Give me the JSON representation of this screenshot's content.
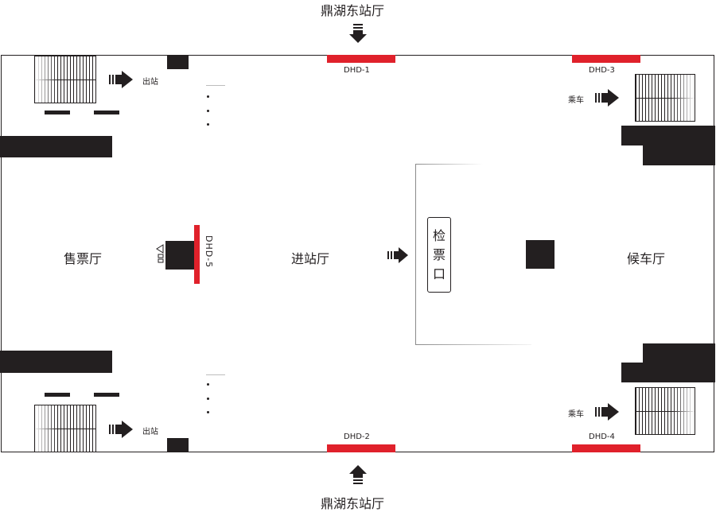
{
  "top_hall_label": "鼎湖东站厅",
  "bottom_hall_label": "鼎湖东站厅",
  "areas": {
    "ticket_hall": "售票厅",
    "entry_hall": "进站厅",
    "waiting_hall": "候车厅"
  },
  "ticket_check_gate": [
    "检",
    "票",
    "口"
  ],
  "exit_label_top": "出站",
  "exit_label_bottom": "出站",
  "board_label_top": "乘车",
  "board_label_bottom": "乘车",
  "ad_spots": {
    "dhd1": "DHD-1",
    "dhd2": "DHD-2",
    "dhd3": "DHD-3",
    "dhd4": "DHD-4",
    "dhd5": "DHD-5"
  },
  "colors": {
    "ink": "#231f20",
    "ad_spot_red": "#e0212b",
    "background": "#ffffff"
  },
  "icons": [
    "arrow-down-icon",
    "arrow-up-icon",
    "arrow-right-icon",
    "arrow-left-icon",
    "staircase-icon"
  ]
}
